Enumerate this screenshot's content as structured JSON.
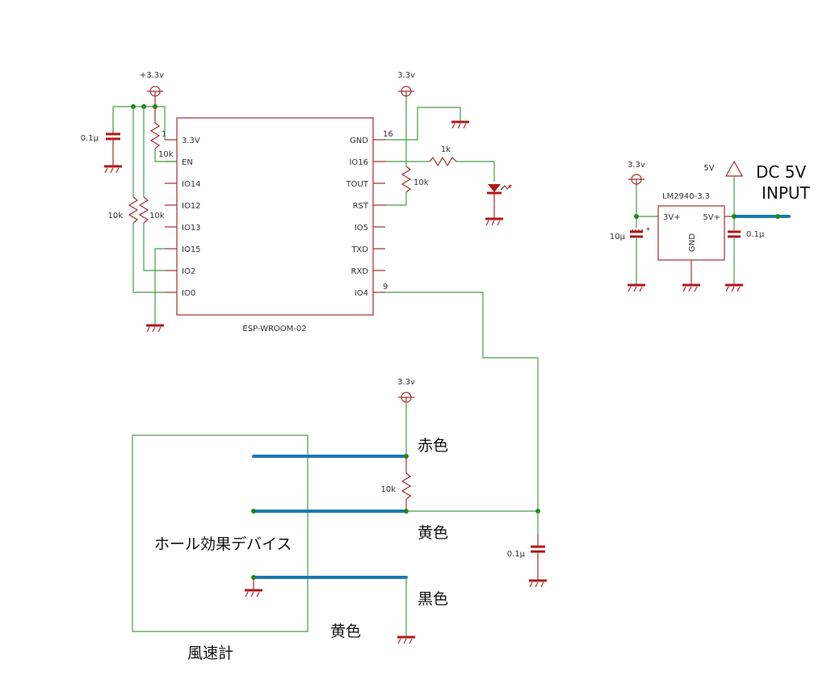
{
  "diagram": {
    "type": "circuit-schematic",
    "module": {
      "name": "ESP-WROOM-02",
      "left_pins": [
        "3.3V",
        "EN",
        "IO14",
        "IO12",
        "IO13",
        "IO15",
        "IO2",
        "IO0"
      ],
      "right_pins": [
        "GND",
        "IO16",
        "TOUT",
        "RST",
        "IO5",
        "TXD",
        "RXD",
        "IO4"
      ],
      "pin_numbers": {
        "3.3V": "1",
        "GND": "16",
        "IO4": "9"
      }
    },
    "power_labels": {
      "top_left": "+3.3v",
      "top_mid": "3.3v",
      "reg_in": "3.3v",
      "sensor": "3.3v",
      "five_v": "5V"
    },
    "components": {
      "c_decouple": "0.1μ",
      "r_en": "10k",
      "r_io0": "10k",
      "r_io2": "10k",
      "r_rst": "10k",
      "r_led": "1k",
      "c_reg_in": "10μ",
      "c_reg_out": "0.1μ",
      "c_sensor": "0.1μ",
      "r_sensor": "10k"
    },
    "regulator": {
      "name": "LM2940-3.3",
      "pin_in": "5V+",
      "pin_out": "3V+",
      "pin_gnd": "GND"
    },
    "input_label_line1": "DC 5V",
    "input_label_line2": "INPUT",
    "sensor": {
      "device_label": "ホール効果デバイス",
      "enclosure_label": "風速計",
      "wire_red": "赤色",
      "wire_yellow": "黄色",
      "wire_black": "黒色",
      "wire_yellow_outer": "黄色"
    }
  }
}
